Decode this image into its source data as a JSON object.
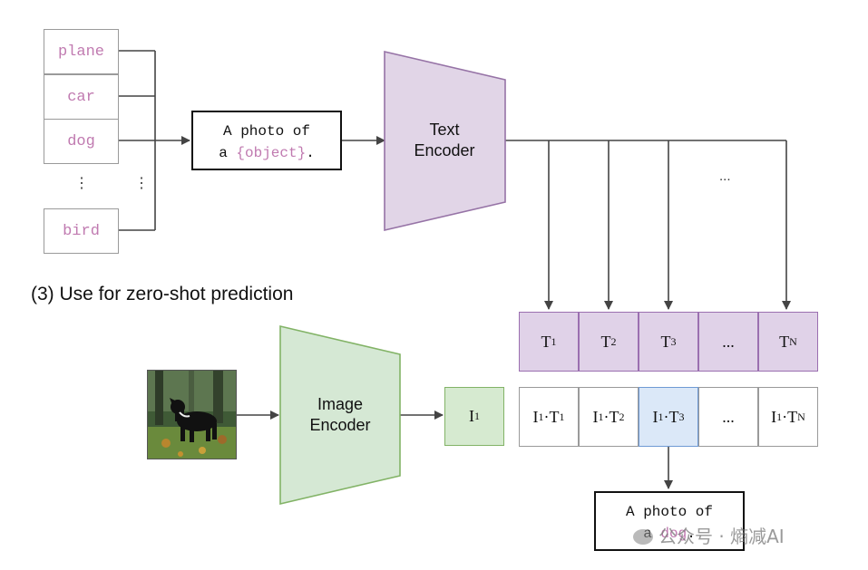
{
  "classes": [
    "plane",
    "car",
    "dog",
    "bird"
  ],
  "vdots": "⋮",
  "template": {
    "line1": "A photo of",
    "line2_prefix": "a ",
    "line2_object": "{object}",
    "line2_suffix": "."
  },
  "text_encoder_label": [
    "Text",
    "Encoder"
  ],
  "image_encoder_label": [
    "Image",
    "Encoder"
  ],
  "ellipsis": "...",
  "section_title": "(3) Use for zero-shot prediction",
  "text_embeddings": [
    {
      "base": "T",
      "sub": "1"
    },
    {
      "base": "T",
      "sub": "2"
    },
    {
      "base": "T",
      "sub": "3"
    },
    {
      "base": "...",
      "sub": ""
    },
    {
      "base": "T",
      "sub": "N"
    }
  ],
  "image_embedding": {
    "base": "I",
    "sub": "1"
  },
  "products": [
    {
      "a": "I",
      "as": "1",
      "b": "T",
      "bs": "1",
      "highlight": false
    },
    {
      "a": "I",
      "as": "1",
      "b": "T",
      "bs": "2",
      "highlight": false
    },
    {
      "a": "I",
      "as": "1",
      "b": "T",
      "bs": "3",
      "highlight": true
    },
    {
      "a": "...",
      "as": "",
      "b": "",
      "bs": "",
      "highlight": false
    },
    {
      "a": "I",
      "as": "1",
      "b": "T",
      "bs": "N",
      "highlight": false
    }
  ],
  "result": {
    "line1": "A photo of",
    "line2_prefix": "a ",
    "line2_object": "dog",
    "line2_suffix": "."
  },
  "watermark": "公众号 · 熵减AI",
  "colors": {
    "class_text": "#c07ab0",
    "text_encoder_fill": "#e1d5e7",
    "text_encoder_stroke": "#9673a6",
    "image_encoder_fill": "#d5e8d4",
    "image_encoder_stroke": "#82b366",
    "highlight_fill": "#dae8fc",
    "highlight_stroke": "#6c8ebf"
  },
  "icons": [
    "dog-photo"
  ]
}
